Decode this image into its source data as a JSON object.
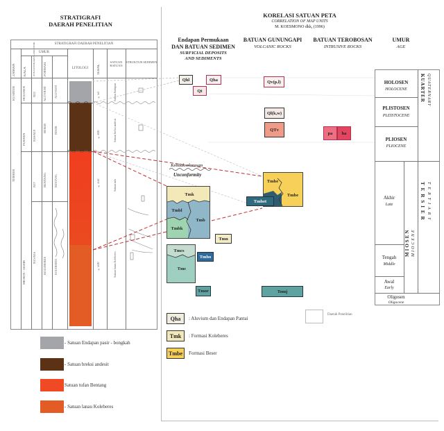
{
  "left": {
    "title1": "STRATIGRAFI",
    "title2": "DAERAH PENELITIAN",
    "table_title": "STRATIGRAFI DAERAH PENELITIAN",
    "col_headers": {
      "umur": "UMUR",
      "zaman": "ZAMAN",
      "kala": "KALA",
      "zona_foram": "ZONASI FORAM PLANKTONIK",
      "formasi": "FORMASI",
      "litologi": "LITOLOGI",
      "tebal": "TEBAL",
      "satuan": "SATUAN BATUAN",
      "struktur": "STRUKTUR SEDIMEN"
    },
    "zaman_values": [
      "KUARTER",
      "TERSIER"
    ],
    "kala_values": [
      "HOLOSEN",
      "PLIOSEN",
      "MIOSEN - AKHIR"
    ],
    "zona_values": [
      "N22",
      "N18-N19",
      "N17",
      "N15-N16"
    ],
    "rows": [
      {
        "formasi": "ALUVIUM",
        "tebal": "±50",
        "satuan": "Satuan Endapan",
        "color": "#a3a5a8"
      },
      {
        "formasi": "BESER",
        "tebal": "±300",
        "satuan": "Satuan breksi andesit",
        "color": "#5b3216"
      },
      {
        "formasi": "BENTANG",
        "tebal": "±350",
        "satuan": "Satuan tufa",
        "color": "#ef4a23"
      },
      {
        "formasi": "KOLEBERES",
        "tebal": "±500",
        "satuan": "Satuan lanau Koleberes",
        "color": "#e35c26"
      }
    ],
    "legend": [
      {
        "label": "- Satuan Endapan pasir - bongkah",
        "color": "#a3a5a8"
      },
      {
        "label": "- Satuan breksi andesit",
        "color": "#5b3216"
      },
      {
        "label": "Satuan tufan Bentang",
        "color": "#ef4a23"
      },
      {
        "label": "- Satuan lanau Koleberes",
        "color": "#e35c26"
      }
    ]
  },
  "right": {
    "title": "KORELASI SATUAN PETA",
    "subtitle": "CORRELATION OF MAP UNITS",
    "author": "M. KOESMONO dkk, (1996)",
    "col1_title1": "Endapan Permukaan",
    "col1_title2": "DAN BATUAN SEDIMEN",
    "col1_sub1": "SURFICIAL DEPOSITS",
    "col1_sub2": "AND SEDIMENTS",
    "col2_title": "BATUAN GUNUNGAPI",
    "col2_sub": "VOLCANIC ROCKS",
    "col3_title": "BATUAN TEROBOSAN",
    "col3_sub": "INTRUSIVE ROCKS",
    "col4_title": "UMUR",
    "col4_sub": "AGE",
    "unconformity_id": "Ketidakselarasan",
    "unconformity_en": "Unconformity",
    "units": {
      "qhl": "Qhl",
      "qha": "Qha",
      "qt": "Qt",
      "qvpl": "Qv(p,l)",
      "qlkw": "Ql(k,w)",
      "qtv": "QTv",
      "pa": "pa",
      "ha": "ha",
      "tmk": "Tmk",
      "tmbl": "Tmbl",
      "tmb": "Tmb",
      "tmbk": "Tmbk",
      "tmbe": "Tmbe",
      "tmbet": "Tmbet",
      "tmn": "Tmn",
      "tmcs": "Tmcs",
      "tmbo": "Tmbo",
      "tmc": "Tmc",
      "tmor": "Tmor",
      "tomj": "Tomj"
    },
    "ages": {
      "holosen": "HOLOSEN",
      "holocene": "HOLOCENE",
      "plistosen": "PLISTOSEN",
      "pleistocene": "PLEISTOCENE",
      "kuarter": "KUARTER",
      "quaternary": "QUATERNARY",
      "pliosen": "PLIOSEN",
      "pliocene": "PLIOCENE",
      "akhir": "Akhir",
      "late": "Late",
      "tengah": "Tengah",
      "middle": "Middle",
      "awal": "Awal",
      "early": "Early",
      "miosen": "MIOSEN",
      "miocene": "MIOCENE",
      "tersier": "TERSIER",
      "tertiary": "TERTIARY",
      "oligosen": "Oligosen",
      "oligocene": "Oligocene"
    },
    "legend": [
      {
        "code": "Qha",
        "label": ": Aluvium dan Endapan Pantai",
        "color": "#f0ece0"
      },
      {
        "code": "Tmk",
        "label": ": Formasi Koleberes",
        "color": "#f3e8b8"
      },
      {
        "code": "Tmbe",
        "label": "Formasi Beser",
        "color": "#f7d05a"
      }
    ],
    "box_label": "Daerah Penelitian"
  }
}
